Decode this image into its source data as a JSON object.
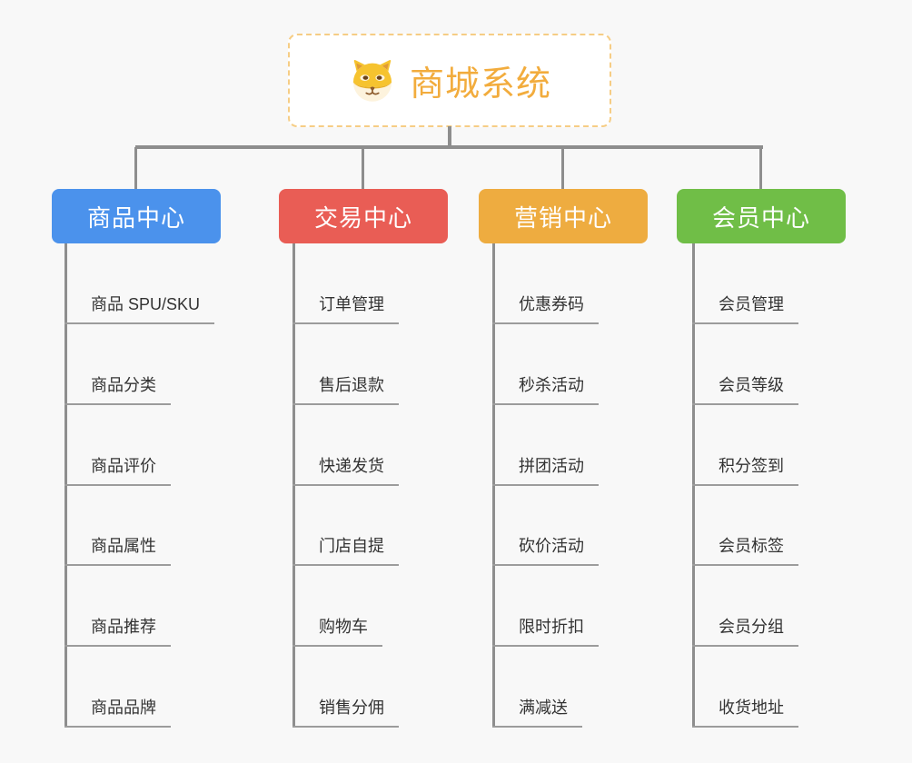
{
  "background_color": "#f8f8f8",
  "connector_color": "#8e8e8e",
  "root": {
    "label": "商城系统",
    "icon": "shiba-dog-icon",
    "text_color": "#f2ac3d",
    "border_color": "#f6cd85"
  },
  "branches": [
    {
      "label": "商品中心",
      "color": "#4b92ec",
      "items": [
        "商品 SPU/SKU",
        "商品分类",
        "商品评价",
        "商品属性",
        "商品推荐",
        "商品品牌"
      ]
    },
    {
      "label": "交易中心",
      "color": "#e95d55",
      "items": [
        "订单管理",
        "售后退款",
        "快递发货",
        "门店自提",
        "购物车",
        "销售分佣"
      ]
    },
    {
      "label": "营销中心",
      "color": "#eeac40",
      "items": [
        "优惠券码",
        "秒杀活动",
        "拼团活动",
        "砍价活动",
        "限时折扣",
        "满减送"
      ]
    },
    {
      "label": "会员中心",
      "color": "#70be47",
      "items": [
        "会员管理",
        "会员等级",
        "积分签到",
        "会员标签",
        "会员分组",
        "收货地址"
      ]
    }
  ]
}
